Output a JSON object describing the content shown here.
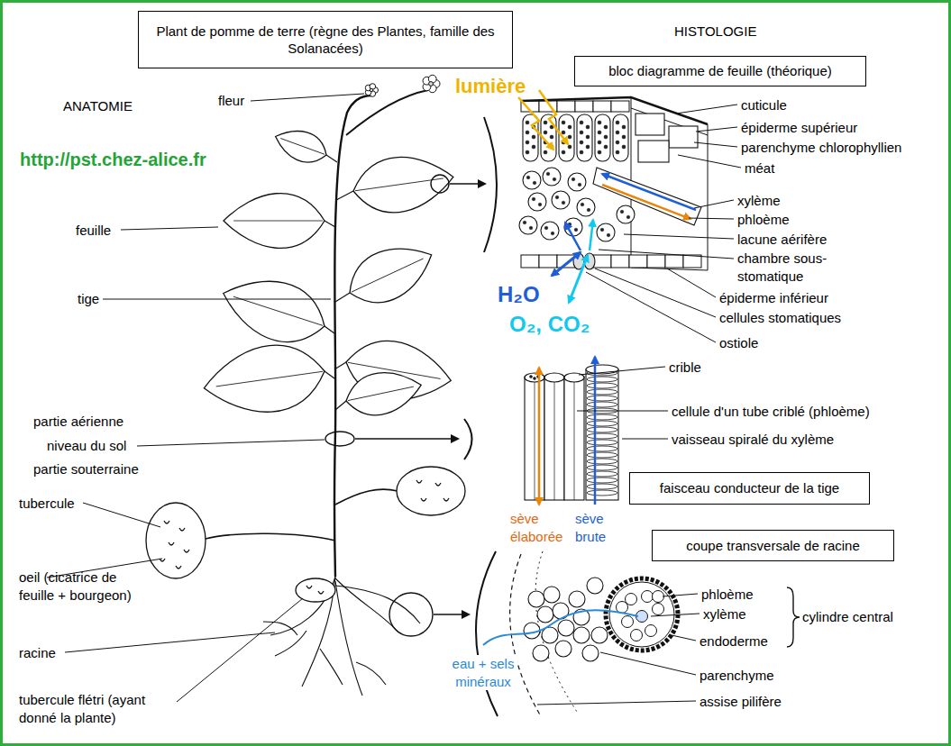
{
  "diagram": {
    "nodes": [
      {
        "text": [
          "Plant de pomme de terre (règne des Plantes, famille des Solanacées)"
        ]
      },
      {
        "text": [
          "bloc diagramme de feuille (théorique)"
        ]
      },
      {
        "text": [
          "faisceau conducteur de la tige"
        ]
      },
      {
        "text": [
          "coupe transversale de racine"
        ]
      }
    ],
    "labels": [
      "ANATOMIE",
      "HISTOLOGIE",
      "http://pst.chez-alice.fr",
      "fleur",
      "feuille",
      "tige",
      "partie aérienne",
      "niveau du sol",
      "partie souterraine",
      "tubercule",
      "oeil (cicatrice de feuille + bourgeon)",
      "racine",
      "tubercule flétri (ayant donné la plante)",
      "lumière",
      "cuticule",
      "épiderme supérieur",
      "parenchyme chlorophyllien",
      "méat",
      "xylème",
      "phloème",
      "lacune aérifère",
      "chambre sous-stomatique",
      "épiderme inférieur",
      "cellules stomatiques",
      "H₂O",
      "O₂, CO₂",
      "ostiole",
      "crible",
      "cellule d'un tube criblé (phloème)",
      "vaisseau spiralé du xylème",
      "sève élaborée",
      "sève brute",
      "phloème",
      "xylème",
      "cylindre central",
      "endoderme",
      "parenchyme",
      "assise pilifère",
      "eau + sels minéraux"
    ]
  }
}
